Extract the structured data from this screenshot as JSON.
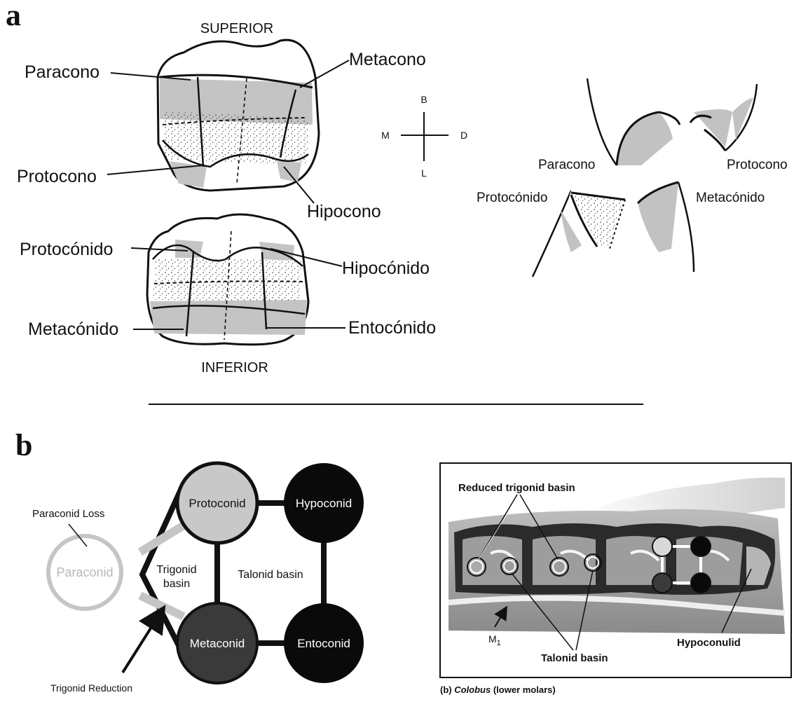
{
  "panel_a": {
    "letter": "a",
    "superior": "SUPERIOR",
    "inferior": "INFERIOR",
    "upper_molar": {
      "paracono": "Paracono",
      "metacono": "Metacono",
      "protocono": "Protocono",
      "hipocono": "Hipocono"
    },
    "lower_molar": {
      "protoconido": "Protocónido",
      "hipoconido": "Hipocónido",
      "metaconido": "Metacónido",
      "entoconido": "Entocónido"
    },
    "compass": {
      "b": "B",
      "l": "L",
      "m": "M",
      "d": "D"
    },
    "occlusion": {
      "paracono": "Paracono",
      "protocono": "Protocono",
      "protoconido": "Protocónido",
      "metaconido": "Metacónido"
    }
  },
  "panel_b": {
    "letter": "b",
    "schematic": {
      "paraconid": "Paraconid",
      "paraconid_loss": "Paraconid Loss",
      "protoconid": "Protoconid",
      "hypoconid": "Hypoconid",
      "metaconid": "Metaconid",
      "entoconid": "Entoconid",
      "trigonid_basin_1": "Trigonid",
      "trigonid_basin_2": "basin",
      "talonid_basin": "Talonid basin",
      "trigonid_reduction": "Trigonid Reduction"
    },
    "photo": {
      "reduced_trigonid_basin": "Reduced trigonid basin",
      "m1": "M",
      "m1_sub": "1",
      "talonid_basin": "Talonid basin",
      "hypoconulid": "Hypoconulid",
      "caption_prefix": "(b) ",
      "caption_genus": "Colobus",
      "caption_suffix": " (lower molars)"
    }
  },
  "colors": {
    "light_gray": "#c8c8c8",
    "dark_gray": "#3a3a3a",
    "black": "#0a0a0a",
    "cusp_gray": "#bdbdbd",
    "faded": "#b9b9b9"
  }
}
